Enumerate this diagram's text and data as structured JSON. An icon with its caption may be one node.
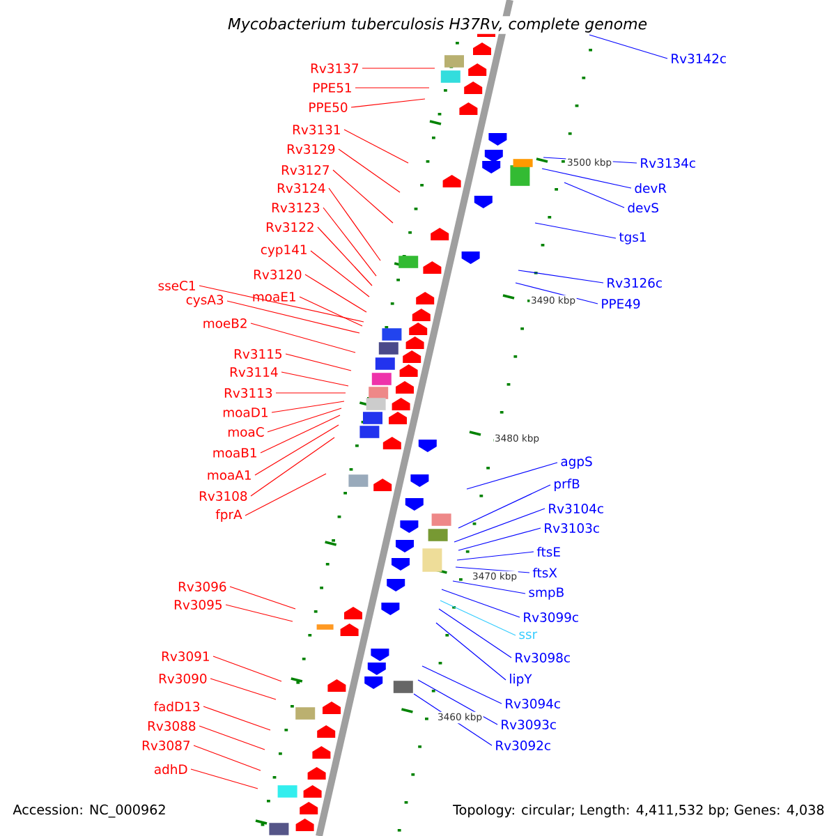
{
  "diagram": {
    "title": "Mycobacterium tuberculosis H37Rv, complete genome",
    "nodes": [
      {
        "text": [
          "Rv3137"
        ]
      },
      {
        "text": [
          "PPE51"
        ]
      },
      {
        "text": [
          "PPE50"
        ]
      },
      {
        "text": [
          "Rv3131"
        ]
      },
      {
        "text": [
          "Rv3129"
        ]
      },
      {
        "text": [
          "Rv3127"
        ]
      },
      {
        "text": [
          "Rv3124"
        ]
      },
      {
        "text": [
          "Rv3123"
        ]
      },
      {
        "text": [
          "Rv3122"
        ]
      },
      {
        "text": [
          "cyp141"
        ]
      },
      {
        "text": [
          "Rv3120"
        ]
      },
      {
        "text": [
          "sseC1"
        ]
      },
      {
        "text": [
          "moaE1"
        ]
      },
      {
        "text": [
          "cysA3"
        ]
      },
      {
        "text": [
          "moeB2"
        ]
      },
      {
        "text": [
          "Rv3115"
        ]
      },
      {
        "text": [
          "Rv3114"
        ]
      },
      {
        "text": [
          "Rv3113"
        ]
      },
      {
        "text": [
          "moaD1"
        ]
      },
      {
        "text": [
          "moaC"
        ]
      },
      {
        "text": [
          "moaB1"
        ]
      },
      {
        "text": [
          "moaA1"
        ]
      },
      {
        "text": [
          "Rv3108"
        ]
      },
      {
        "text": [
          "fprA"
        ]
      },
      {
        "text": [
          "Rv3096"
        ]
      },
      {
        "text": [
          "Rv3095"
        ]
      },
      {
        "text": [
          "Rv3091"
        ]
      },
      {
        "text": [
          "Rv3090"
        ]
      },
      {
        "text": [
          "fadD13"
        ]
      },
      {
        "text": [
          "Rv3088"
        ]
      },
      {
        "text": [
          "Rv3087"
        ]
      },
      {
        "text": [
          "adhD"
        ]
      },
      {
        "text": [
          "Rv3142c"
        ]
      },
      {
        "text": [
          "Rv3134c"
        ]
      },
      {
        "text": [
          "devR"
        ]
      },
      {
        "text": [
          "devS"
        ]
      },
      {
        "text": [
          "tgs1"
        ]
      },
      {
        "text": [
          "Rv3126c"
        ]
      },
      {
        "text": [
          "PPE49"
        ]
      },
      {
        "text": [
          "agpS"
        ]
      },
      {
        "text": [
          "prfB"
        ]
      },
      {
        "text": [
          "Rv3104c"
        ]
      },
      {
        "text": [
          "Rv3103c"
        ]
      },
      {
        "text": [
          "ftsE"
        ]
      },
      {
        "text": [
          "ftsX"
        ]
      },
      {
        "text": [
          "smpB"
        ]
      },
      {
        "text": [
          "Rv3099c"
        ]
      },
      {
        "text": [
          "ssr"
        ]
      },
      {
        "text": [
          "Rv3098c"
        ]
      },
      {
        "text": [
          "lipY"
        ]
      },
      {
        "text": [
          "Rv3094c"
        ]
      },
      {
        "text": [
          "Rv3093c"
        ]
      },
      {
        "text": [
          "Rv3092c"
        ]
      }
    ],
    "edges": [
      {
        "from": 0,
        "to": null,
        "arrow": "none"
      },
      {
        "from": 1,
        "to": null,
        "arrow": "none"
      },
      {
        "from": 2,
        "to": null,
        "arrow": "none"
      },
      {
        "from": 3,
        "to": null,
        "arrow": "none"
      },
      {
        "from": 4,
        "to": null,
        "arrow": "none"
      },
      {
        "from": 5,
        "to": null,
        "arrow": "none"
      },
      {
        "from": 6,
        "to": null,
        "arrow": "none"
      },
      {
        "from": 7,
        "to": null,
        "arrow": "none"
      },
      {
        "from": 8,
        "to": null,
        "arrow": "none"
      },
      {
        "from": 9,
        "to": null,
        "arrow": "none"
      },
      {
        "from": 10,
        "to": null,
        "arrow": "none"
      },
      {
        "from": 11,
        "to": null,
        "arrow": "none"
      },
      {
        "from": 12,
        "to": null,
        "arrow": "none"
      },
      {
        "from": 13,
        "to": null,
        "arrow": "none"
      },
      {
        "from": 14,
        "to": null,
        "arrow": "none"
      },
      {
        "from": 15,
        "to": null,
        "arrow": "none"
      },
      {
        "from": 16,
        "to": null,
        "arrow": "none"
      },
      {
        "from": 17,
        "to": null,
        "arrow": "none"
      },
      {
        "from": 18,
        "to": null,
        "arrow": "none"
      },
      {
        "from": 19,
        "to": null,
        "arrow": "none"
      },
      {
        "from": 20,
        "to": null,
        "arrow": "none"
      },
      {
        "from": 21,
        "to": null,
        "arrow": "none"
      },
      {
        "from": 22,
        "to": null,
        "arrow": "none"
      },
      {
        "from": 23,
        "to": null,
        "arrow": "none"
      },
      {
        "from": 24,
        "to": null,
        "arrow": "none"
      },
      {
        "from": 25,
        "to": null,
        "arrow": "none"
      },
      {
        "from": 26,
        "to": null,
        "arrow": "none"
      },
      {
        "from": 27,
        "to": null,
        "arrow": "none"
      },
      {
        "from": 28,
        "to": null,
        "arrow": "none"
      },
      {
        "from": 29,
        "to": null,
        "arrow": "none"
      },
      {
        "from": 30,
        "to": null,
        "arrow": "none"
      },
      {
        "from": 31,
        "to": null,
        "arrow": "none"
      },
      {
        "from": 32,
        "to": null,
        "arrow": "none",
        "color": "#0000ff"
      },
      {
        "from": 33,
        "to": null,
        "arrow": "none",
        "color": "#0000ff"
      },
      {
        "from": 34,
        "to": null,
        "arrow": "none",
        "color": "#0000ff"
      },
      {
        "from": 35,
        "to": null,
        "arrow": "none",
        "color": "#0000ff"
      },
      {
        "from": 36,
        "to": null,
        "arrow": "none",
        "color": "#0000ff"
      },
      {
        "from": 37,
        "to": null,
        "arrow": "none",
        "color": "#0000ff"
      },
      {
        "from": 38,
        "to": null,
        "arrow": "none",
        "color": "#0000ff"
      },
      {
        "from": 39,
        "to": null,
        "arrow": "none",
        "color": "#0000ff"
      },
      {
        "from": 40,
        "to": null,
        "arrow": "none",
        "color": "#0000ff"
      },
      {
        "from": 41,
        "to": null,
        "arrow": "none",
        "color": "#0000ff"
      },
      {
        "from": 42,
        "to": null,
        "arrow": "none",
        "color": "#0000ff"
      },
      {
        "from": 43,
        "to": null,
        "arrow": "none",
        "color": "#0000ff"
      },
      {
        "from": 44,
        "to": null,
        "arrow": "none",
        "color": "#0000ff"
      },
      {
        "from": 45,
        "to": null,
        "arrow": "none",
        "color": "#0000ff"
      },
      {
        "from": 46,
        "to": null,
        "arrow": "none",
        "color": "#0000ff"
      },
      {
        "from": 47,
        "to": null,
        "arrow": "none",
        "color": "#33ccff"
      },
      {
        "from": 48,
        "to": null,
        "arrow": "none",
        "color": "#0000ff"
      },
      {
        "from": 49,
        "to": null,
        "arrow": "none",
        "color": "#0000ff"
      },
      {
        "from": 50,
        "to": null,
        "arrow": "none",
        "color": "#0000ff"
      },
      {
        "from": 51,
        "to": null,
        "arrow": "none",
        "color": "#0000ff"
      },
      {
        "from": 52,
        "to": null,
        "arrow": "none",
        "color": "#0000ff"
      }
    ],
    "labels": [
      "3500 kbp",
      "3490 kbp",
      "3480 kbp",
      "3470 kbp",
      "3460 kbp",
      "Accession: NC_000962",
      "Topology: circular; Length: 4,411,532 bp; Genes: 4,038"
    ]
  }
}
